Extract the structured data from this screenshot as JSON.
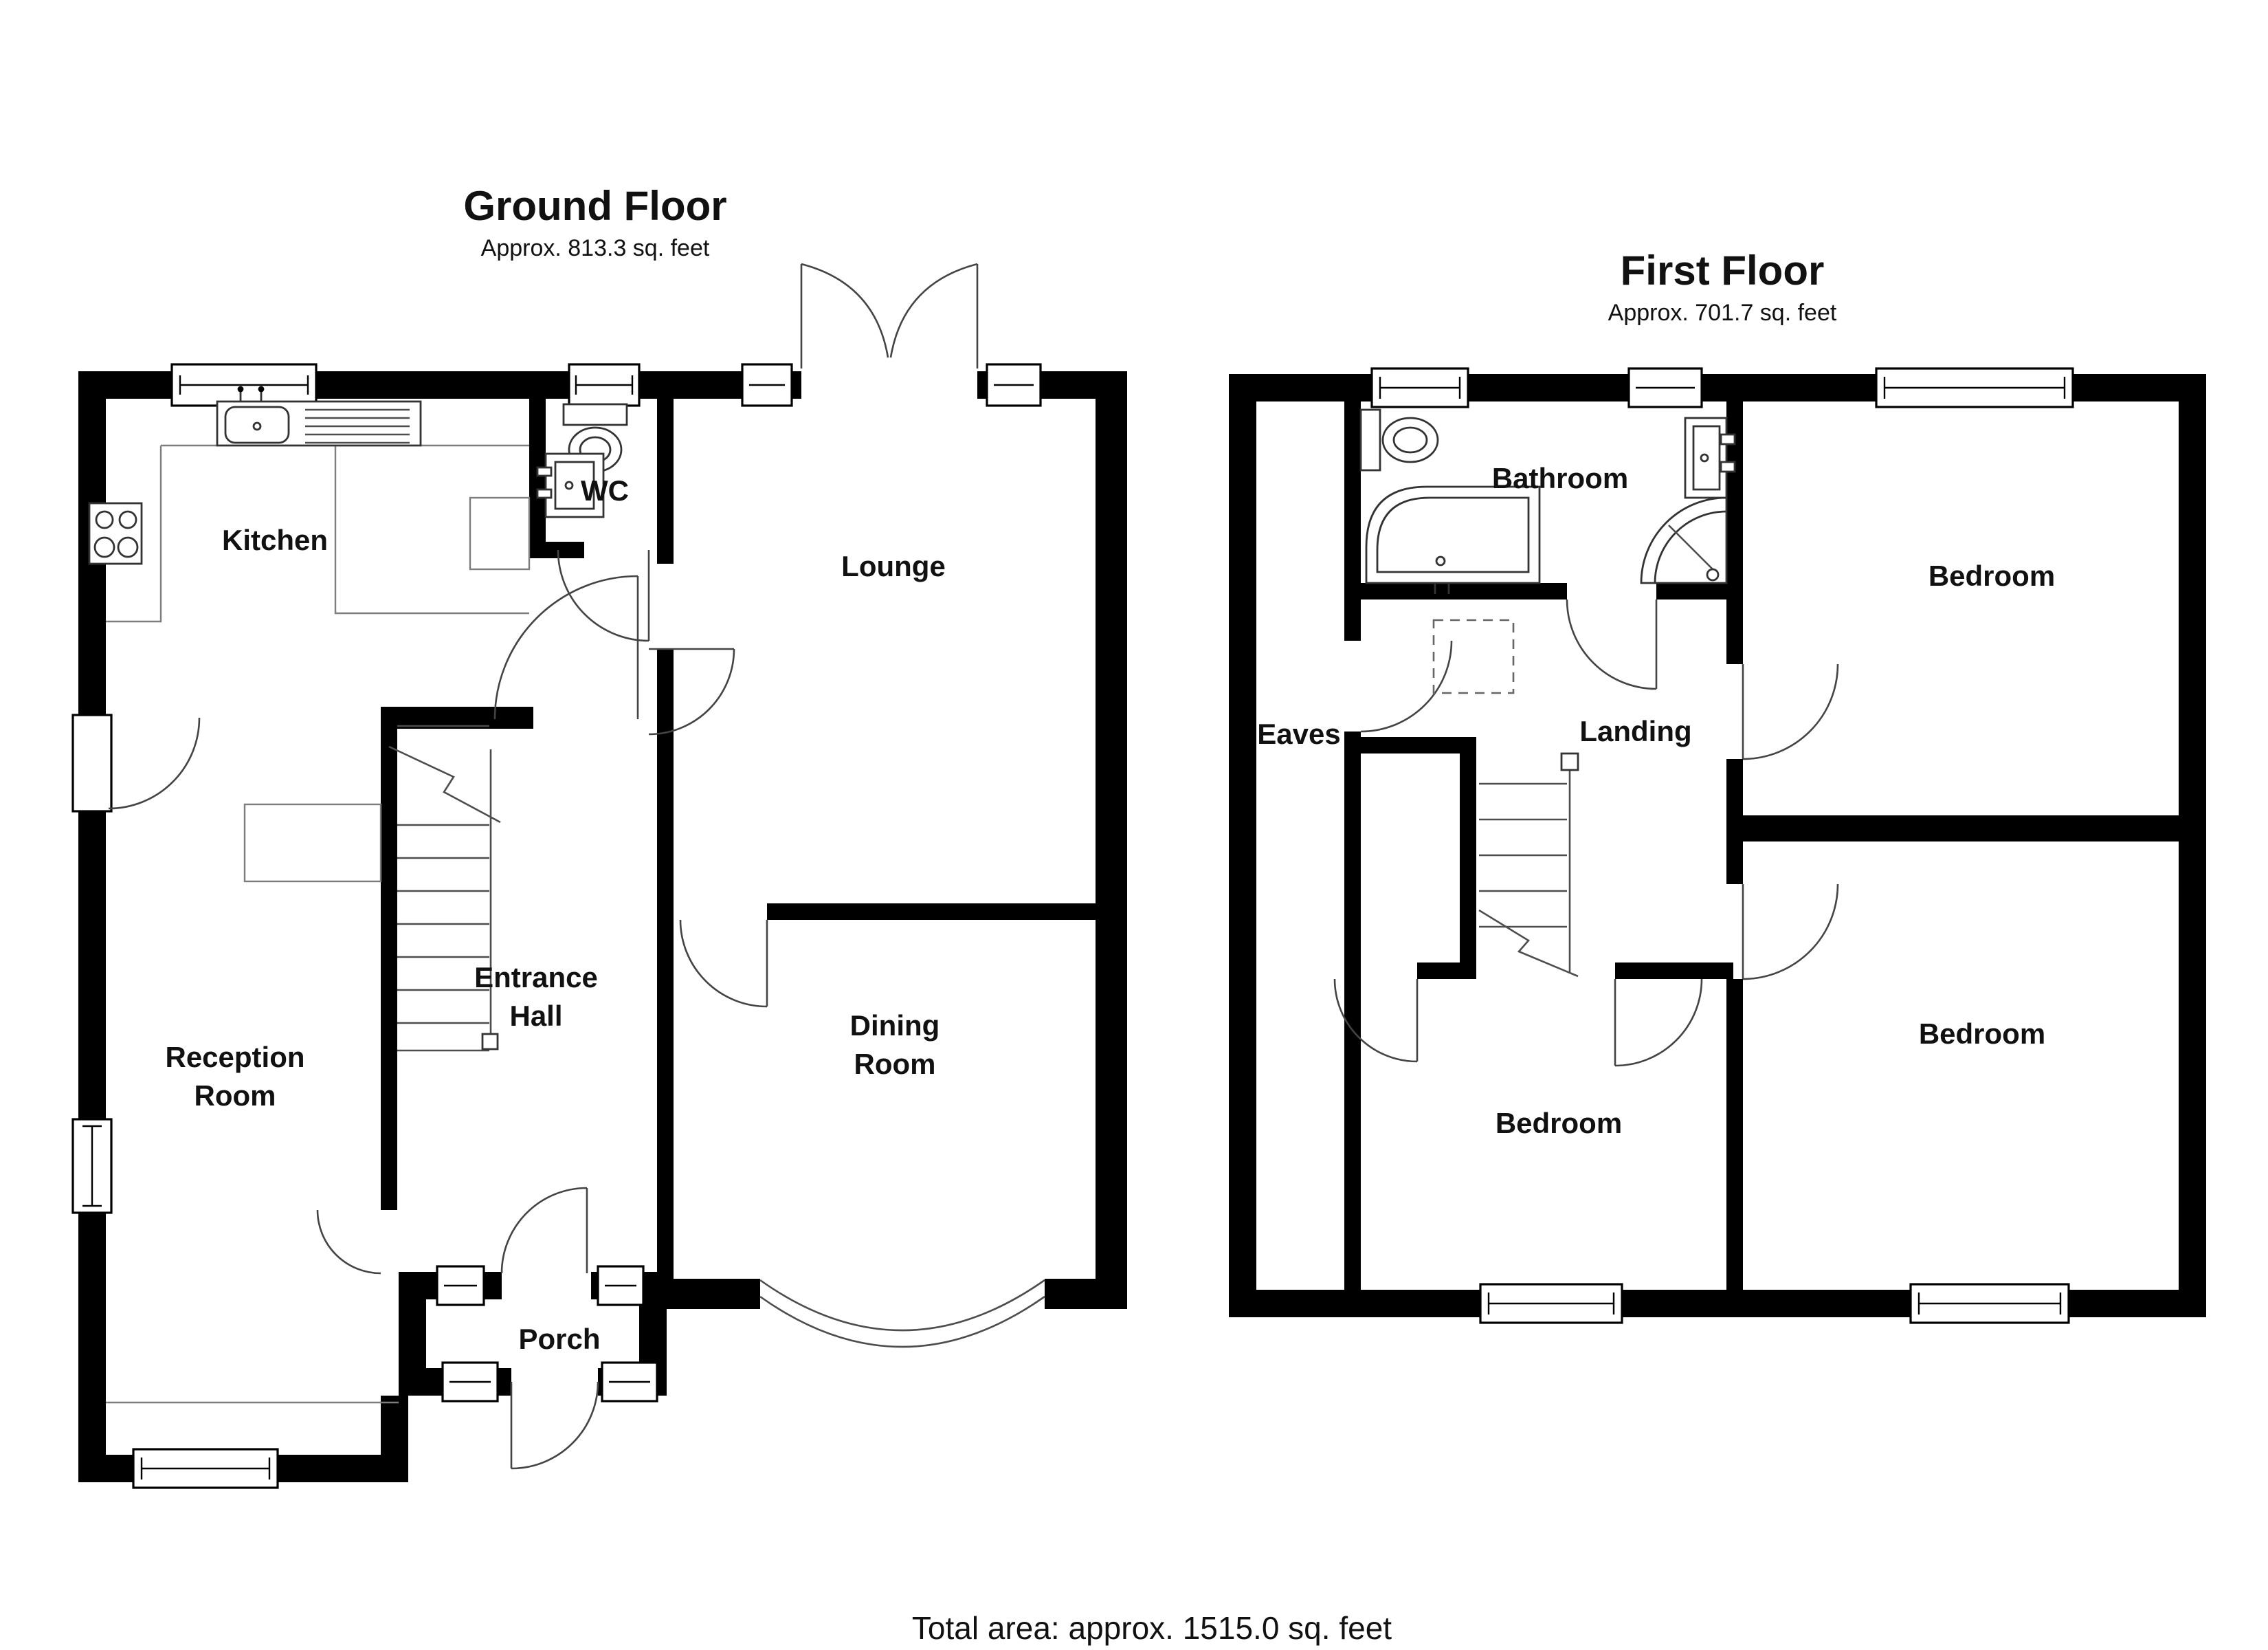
{
  "colors": {
    "background": "#ffffff",
    "wall": "#000000",
    "fixture_line": "#333333",
    "door_line": "#444444",
    "text": "#111111"
  },
  "footer": {
    "total_area": "Total area: approx. 1515.0 sq. feet"
  },
  "floors": [
    {
      "title": "Ground Floor",
      "subtitle": "Approx. 813.3 sq. feet",
      "rooms": [
        {
          "id": "kitchen",
          "label": "Kitchen"
        },
        {
          "id": "wc",
          "label": "WC"
        },
        {
          "id": "lounge",
          "label": "Lounge"
        },
        {
          "id": "entrance-hall",
          "lines": [
            "Entrance",
            "Hall"
          ]
        },
        {
          "id": "reception-room",
          "lines": [
            "Reception",
            "Room"
          ]
        },
        {
          "id": "dining-room",
          "lines": [
            "Dining",
            "Room"
          ]
        },
        {
          "id": "porch",
          "label": "Porch"
        }
      ],
      "fixtures": [
        "kitchen-sink",
        "kitchen-drainer",
        "kitchen-hob",
        "kitchen-worktop",
        "wc-toilet",
        "wc-basin",
        "staircase",
        "chimney-breast",
        "french-doors",
        "bow-window",
        "bay-window"
      ]
    },
    {
      "title": "First Floor",
      "subtitle": "Approx. 701.7 sq. feet",
      "rooms": [
        {
          "id": "bathroom",
          "label": "Bathroom"
        },
        {
          "id": "eaves",
          "label": "Eaves"
        },
        {
          "id": "landing",
          "label": "Landing"
        },
        {
          "id": "bedroom-front",
          "label": "Bedroom"
        },
        {
          "id": "bedroom-rear-right",
          "label": "Bedroom"
        },
        {
          "id": "bedroom-rear-middle",
          "label": "Bedroom"
        }
      ],
      "fixtures": [
        "toilet",
        "p-shaped-bath",
        "corner-shower",
        "wash-basin",
        "staircase",
        "loft-hatch"
      ]
    }
  ]
}
